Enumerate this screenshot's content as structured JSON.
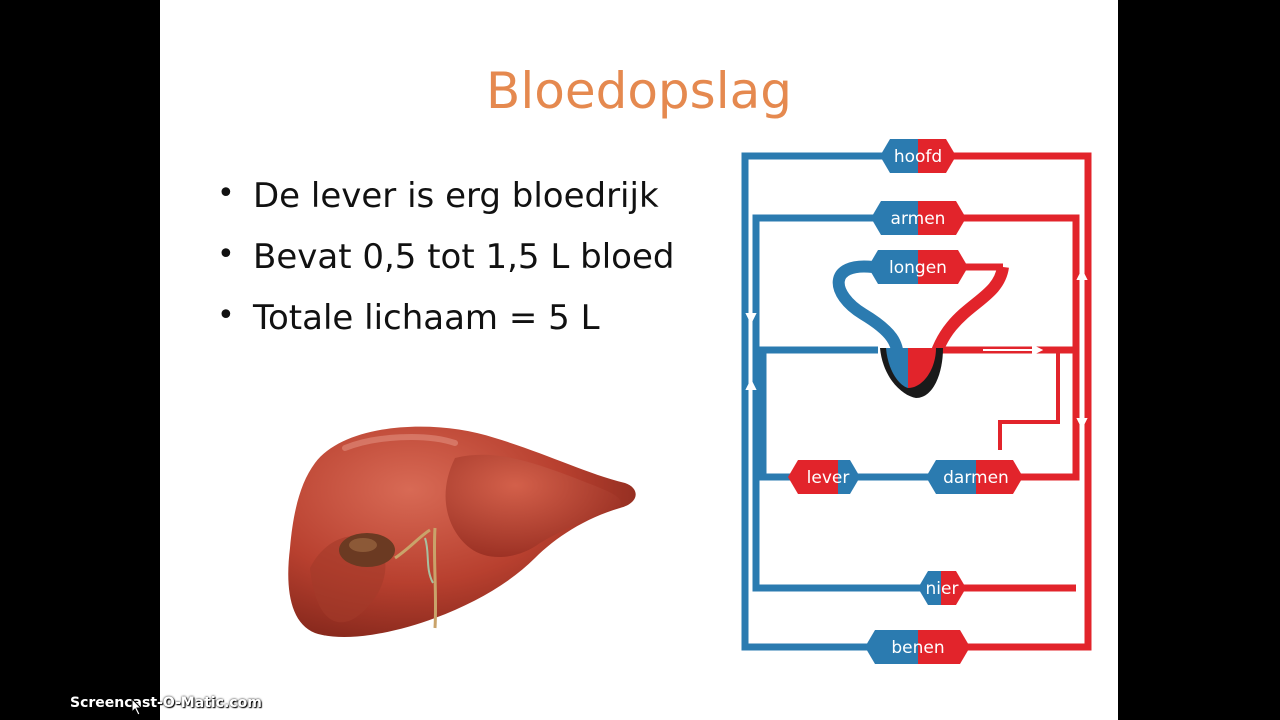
{
  "slide": {
    "title": "Bloedopslag",
    "bullets": [
      "De lever is erg bloedrijk",
      "Bevat 0,5 tot 1,5 L bloed",
      "Totale lichaam = 5 L"
    ],
    "bullet_glyph": "•"
  },
  "diagram": {
    "organs": {
      "hoofd": "hoofd",
      "armen": "armen",
      "longen": "longen",
      "lever": "lever",
      "darmen": "darmen",
      "nier": "nier",
      "benen": "benen"
    },
    "colors": {
      "venous": "#2B7BB0",
      "arterial": "#E2242B"
    }
  },
  "liver_image": {
    "icon": "liver-illustration"
  },
  "watermark": {
    "text": "Screencast-O-Matic.com"
  },
  "colors": {
    "title": "#E5894F",
    "background": "#000000",
    "slide": "#FFFFFF"
  }
}
